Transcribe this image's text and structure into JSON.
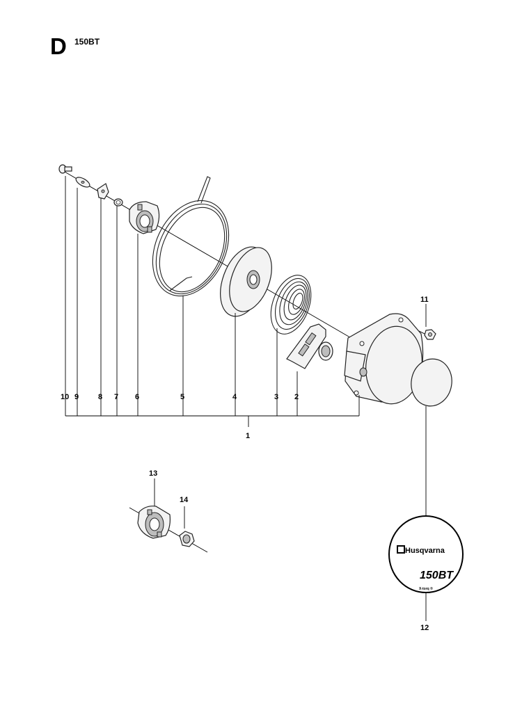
{
  "header": {
    "section": "D",
    "model": "150BT"
  },
  "callouts": {
    "c1": "1",
    "c2": "2",
    "c3": "3",
    "c4": "4",
    "c5": "5",
    "c6": "6",
    "c7": "7",
    "c8": "8",
    "c9": "9",
    "c10": "10",
    "c11": "11",
    "c12": "12",
    "c13": "13",
    "c14": "14"
  },
  "decal": {
    "brand": "Husqvarna",
    "model": "150BT",
    "tagline": "X-torq ®"
  }
}
